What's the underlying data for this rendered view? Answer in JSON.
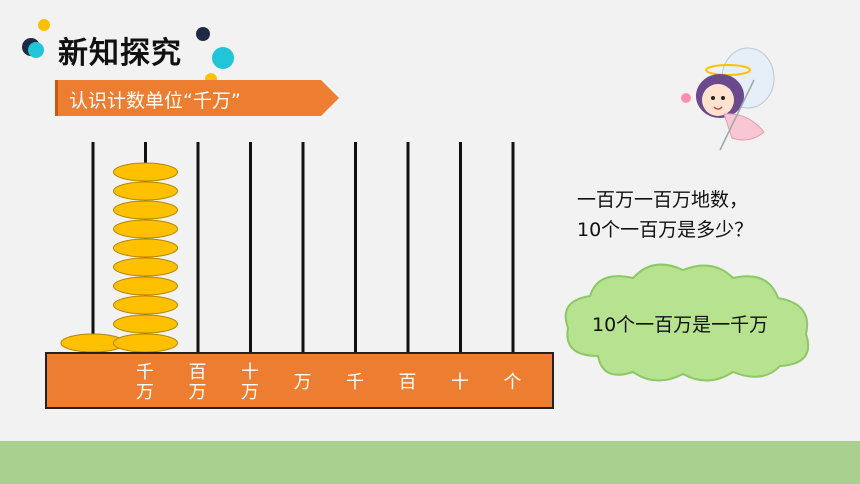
{
  "header": {
    "title": "新知探究",
    "banner": "认识计数单位“千万”"
  },
  "abacus": {
    "place_labels": [
      {
        "line1": "千",
        "line2": "万"
      },
      {
        "line1": "百",
        "line2": "万"
      },
      {
        "line1": "十",
        "line2": "万"
      },
      {
        "line1": "万",
        "line2": ""
      },
      {
        "line1": "千",
        "line2": ""
      },
      {
        "line1": "百",
        "line2": ""
      },
      {
        "line1": "十",
        "line2": ""
      },
      {
        "line1": "个",
        "line2": ""
      }
    ],
    "beads_per_rod": [
      1,
      10,
      0,
      0,
      0,
      0,
      0,
      0,
      0
    ],
    "rod_count": 9,
    "colors": {
      "base": "#ed7d31",
      "bead": "#ffc000",
      "rod": "#111111"
    }
  },
  "question": {
    "line1": "一百万一百万地数，",
    "line2": "10个一百万是多少？"
  },
  "answer": "10个一百万是一千万",
  "colors": {
    "accent": "#ed7d31",
    "cloud": "#b7e28f",
    "footer": "#a9d08e"
  }
}
